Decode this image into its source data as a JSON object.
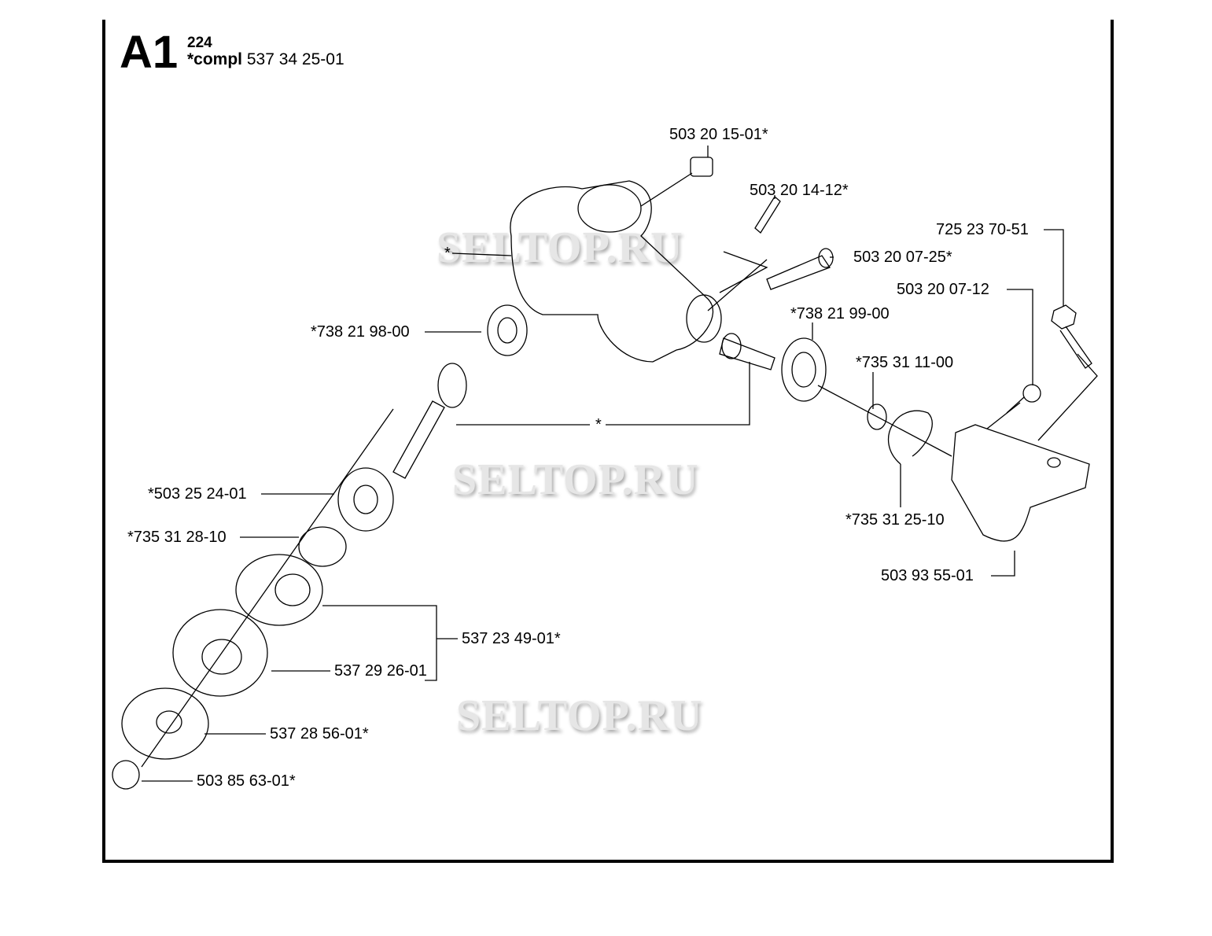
{
  "header": {
    "section": "A1",
    "model": "224",
    "compl_prefix": "*compl",
    "compl_number": "537 34 25-01"
  },
  "watermark": "SELTOP.RU",
  "labels": [
    "503 20 15-01*",
    "503 20 14-12*",
    "725 23 70-51",
    "*",
    "503 20 07-25*",
    "503 20 07-12",
    "*738 21 98-00",
    "*738 21 99-00",
    "*735 31 11-00",
    "*",
    "*503 25 24-01",
    "*735 31 25-10",
    "*735 31 28-10",
    "503 93 55-01",
    "537 23 49-01*",
    "537 29 26-01",
    "537 28 56-01*",
    "503 85 63-01*"
  ]
}
